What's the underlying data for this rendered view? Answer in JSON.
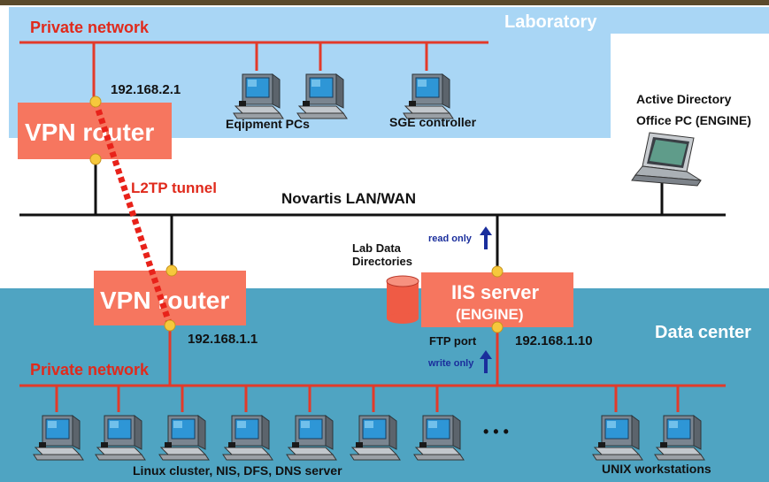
{
  "labels": {
    "laboratory": "Laboratory",
    "private_network_top": "Private network",
    "ip_lab_router": "192.168.2.1",
    "vpn_router_top": "VPN router",
    "equipment_pcs": "Eqipment PCs",
    "sge_controller": "SGE controller",
    "active_directory": "Active Directory",
    "office_pc": "Office PC (ENGINE)",
    "l2tp_tunnel": "L2TP tunnel",
    "lan_wan": "Novartis LAN/WAN",
    "read_only": "read only",
    "lab_data": "Lab Data",
    "directories": "Directories",
    "vpn_router_bottom": "VPN router",
    "iis_server": "IIS server",
    "engine": "(ENGINE)",
    "ip_dc_router": "192.168.1.1",
    "ftp_port": "FTP port",
    "ip_iis": "192.168.1.10",
    "write_only": "write only",
    "data_center": "Data center",
    "private_network_bottom": "Private network",
    "ellipsis": "• • •",
    "linux_cluster": "Linux cluster, NIS, DFS, DNS server",
    "unix_workstations": "UNIX workstations"
  },
  "colors": {
    "lab_bg": "#a9d6f5",
    "dc_bg": "#4fa4c2",
    "router_box": "#f6765f",
    "network_line": "#e23a2a",
    "node": "#f6c83c",
    "arrow": "#1a2e9c",
    "header_bar": "#5a4a2c"
  },
  "icons": {
    "workstation": "desktop-computer-icon",
    "laptop": "laptop-icon",
    "database": "database-cylinder-icon"
  }
}
